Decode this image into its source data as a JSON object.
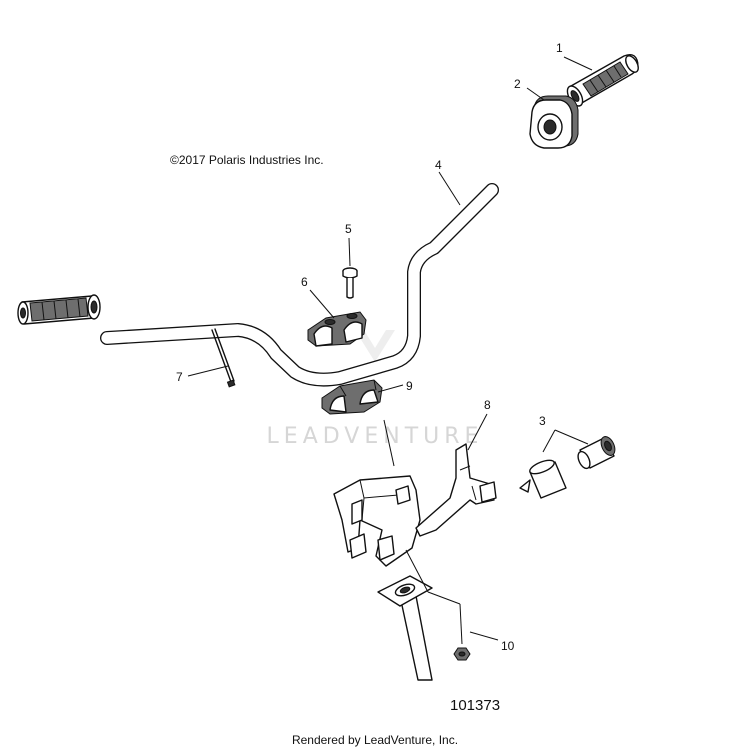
{
  "copyright": "©2017 Polaris Industries Inc.",
  "watermark": "LEADVENTURE",
  "figure_number": "101373",
  "footer": "Rendered by LeadVenture, Inc.",
  "callouts": [
    "1",
    "2",
    "3",
    "4",
    "5",
    "6",
    "7",
    "8",
    "9",
    "10"
  ]
}
